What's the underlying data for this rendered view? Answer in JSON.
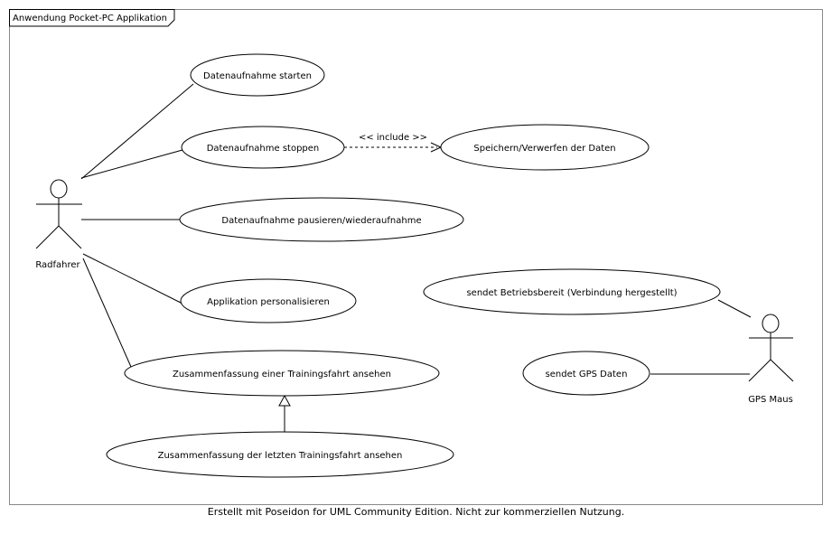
{
  "diagram": {
    "frame_title": "Anwendung Pocket-PC Applikation",
    "actors": {
      "radfahrer": "Radfahrer",
      "gps_maus": "GPS Maus"
    },
    "use_cases": {
      "starten": "Datenaufnahme starten",
      "stoppen": "Datenaufnahme stoppen",
      "speichern": "Speichern/Verwerfen der Daten",
      "pausieren": "Datenaufnahme pausieren/wiederaufnahme",
      "personalisieren": "Applikation personalisieren",
      "zusammenfassung": "Zusammenfassung einer Trainingsfahrt ansehen",
      "letzte": "Zusammenfassung der letzten Trainingsfahrt ansehen",
      "betriebsbereit": "sendet Betriebsbereit (Verbindung hergestellt)",
      "gps_daten": "sendet GPS Daten"
    },
    "include_label": "<< include >>"
  },
  "footer": "Erstellt mit Poseidon for UML Community Edition. Nicht zur kommerziellen Nutzung."
}
